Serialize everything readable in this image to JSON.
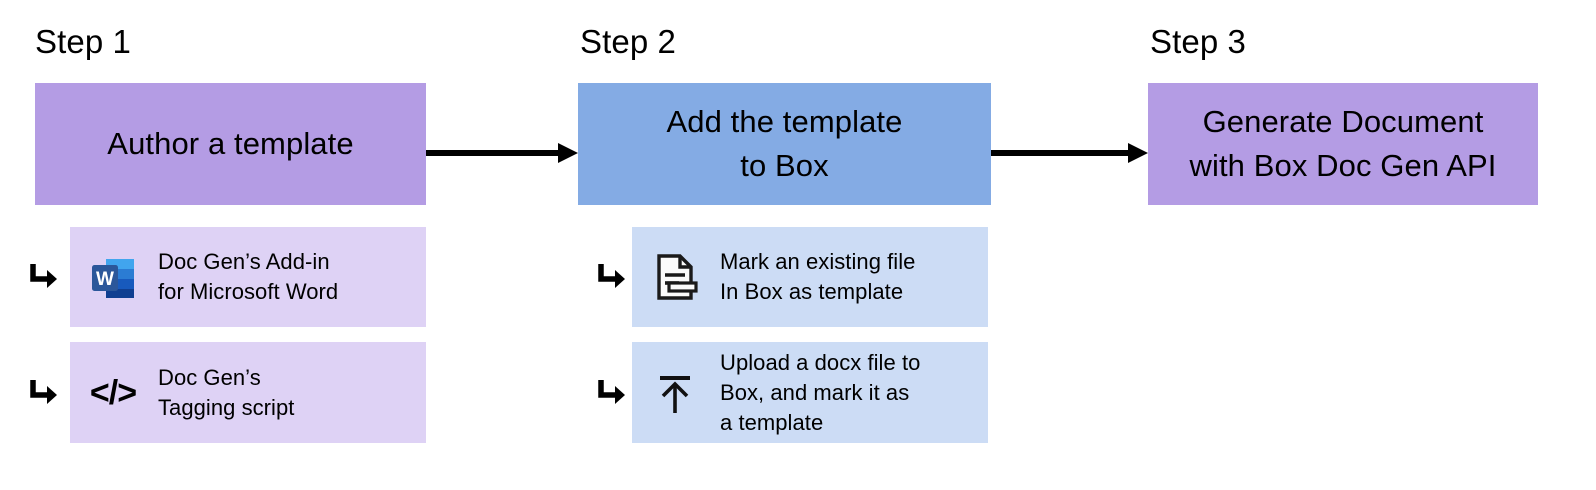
{
  "diagram": {
    "title": "Box Doc Gen three step flow",
    "background": "#ffffff",
    "colors": {
      "step1_main": "#b49ce4",
      "step1_sub": "#ded2f5",
      "step2_main": "#84abe4",
      "step2_sub": "#ccdcf5",
      "step3_main": "#b49ce4",
      "arrow": "#000000",
      "text": "#000000",
      "word_icon_light": "#41a5ee",
      "word_icon_mid": "#2b7cd3",
      "word_icon_dark": "#185abd",
      "word_icon_darkest": "#103f91",
      "word_icon_tile": "#2b579a",
      "word_icon_letter": "#ffffff"
    }
  },
  "steps": [
    {
      "label": "Step 1",
      "main_text": "Author a template",
      "sub_items": [
        {
          "icon": "microsoft-word-icon",
          "icon_letter": "W",
          "text": "Doc Gen’s Add-in\nfor Microsoft Word"
        },
        {
          "icon": "code-tag-icon",
          "icon_letter": "</>",
          "text": "Doc Gen’s\nTagging script"
        }
      ]
    },
    {
      "label": "Step 2",
      "main_text": "Add the template\nto Box",
      "sub_items": [
        {
          "icon": "document-lines-icon",
          "icon_letter": "",
          "text": "Mark an existing file\nIn Box as template"
        },
        {
          "icon": "upload-arrow-icon",
          "icon_letter": "",
          "text": "Upload a docx file to\nBox, and mark it as\na template"
        }
      ]
    },
    {
      "label": "Step 3",
      "main_text": "Generate Document\nwith Box Doc Gen API",
      "sub_items": []
    }
  ],
  "connectors": [
    {
      "name": "arrow-step1-to-step2"
    },
    {
      "name": "arrow-step2-to-step3"
    }
  ]
}
